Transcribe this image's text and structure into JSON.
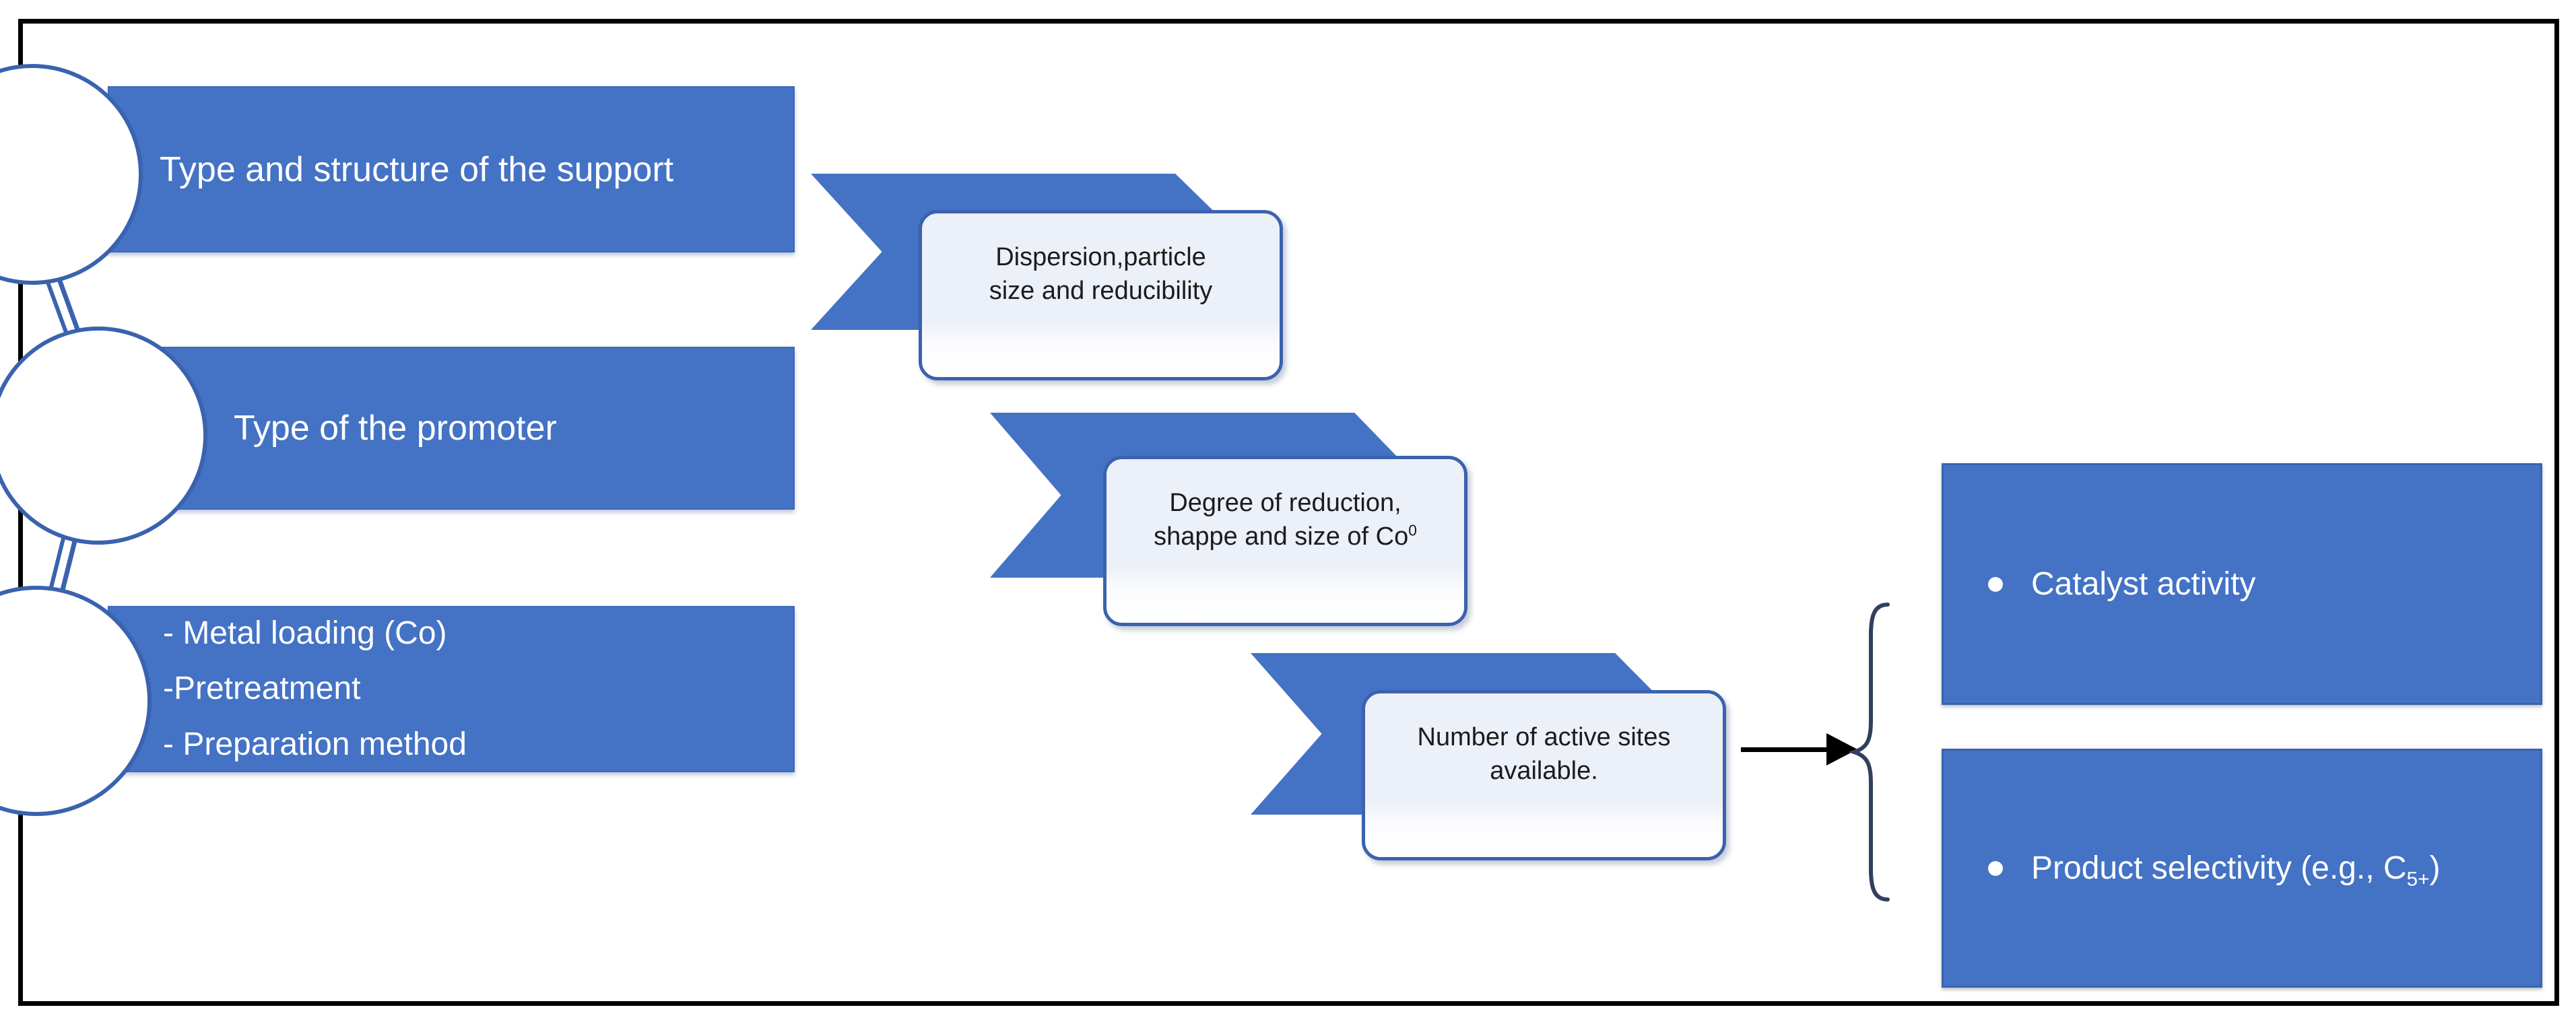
{
  "diagram": {
    "factor_bars": [
      {
        "label": "Type and structure of the support"
      },
      {
        "label": "Type of the promoter"
      },
      {
        "line1": "- Metal loading (Co)",
        "line2": "-Pretreatment",
        "line3": "- Preparation method"
      }
    ],
    "effect_boxes": [
      {
        "line1": "Dispersion,particle",
        "line2": "size and reducibility",
        "sup": ""
      },
      {
        "line1": "Degree of reduction,",
        "line2": "shappe and size of Co",
        "sup": "0"
      },
      {
        "line1": "Number of active sites",
        "line2": "available.",
        "sup": ""
      }
    ],
    "outcome_boxes": [
      {
        "bullet": "•",
        "label": "Catalyst activity",
        "sub": "",
        "suffix": ""
      },
      {
        "bullet": "•",
        "label": "Product selectivity (e.g., C",
        "sub": "5+",
        "suffix": ")"
      }
    ],
    "colors": {
      "shape_blue": "#4472C4",
      "shape_border": "#3A62AE",
      "effect_box_fill": "#ECF0F8",
      "effect_box_border": "#3A62AE",
      "effect_text": "#1C1C1C",
      "bar_text": "#FFFFFF",
      "brace": "#2F4060",
      "arrow": "#000000",
      "frame_border": "#000000"
    }
  }
}
